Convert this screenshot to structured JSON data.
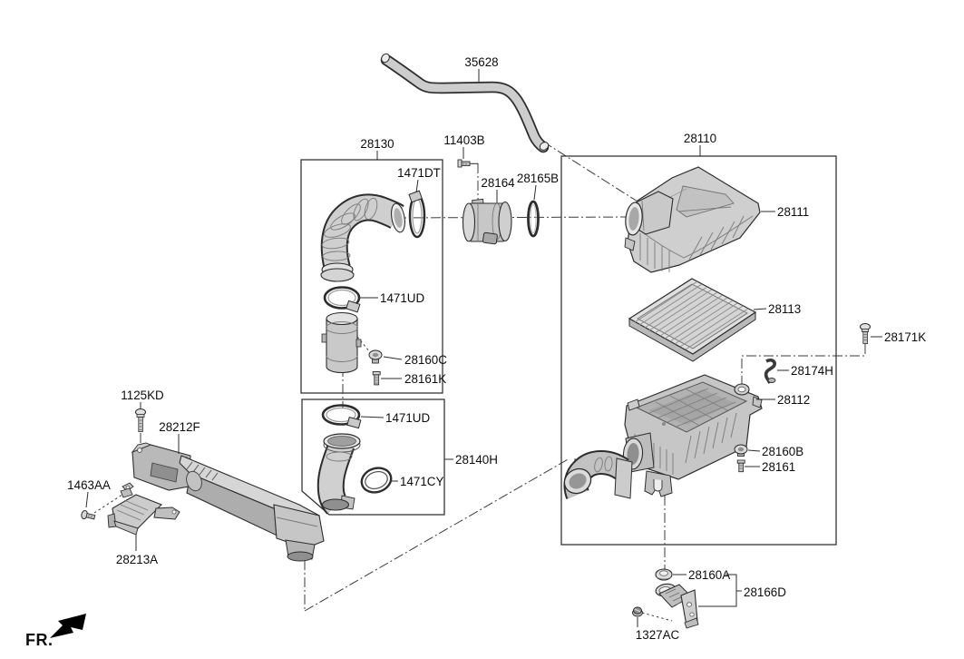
{
  "figure": {
    "type": "exploded-parts-diagram",
    "subject": "air-intake-and-air-cleaner-assembly",
    "background": "#ffffff",
    "line_color": "#2d2d2d",
    "direction_indicator": "FR.",
    "callouts": {
      "c35628": "35628",
      "c28130": "28130",
      "c11403B": "11403B",
      "c1471DT": "1471DT",
      "c28164": "28164",
      "c28165B": "28165B",
      "c28110": "28110",
      "c28111": "28111",
      "c1471UD": "1471UD",
      "c28113": "28113",
      "c28171K": "28171K",
      "c28174H": "28174H",
      "c28112": "28112",
      "c28140H": "28140H",
      "c28160C": "28160C",
      "c28161K": "28161K",
      "c28160B": "28160B",
      "c28161": "28161",
      "c1471CY": "1471CY",
      "c1125KD": "1125KD",
      "c28212F": "28212F",
      "c1463AA": "1463AA",
      "c28213A": "28213A",
      "c28160A": "28160A",
      "c28166D": "28166D",
      "c1327AC": "1327AC"
    }
  }
}
